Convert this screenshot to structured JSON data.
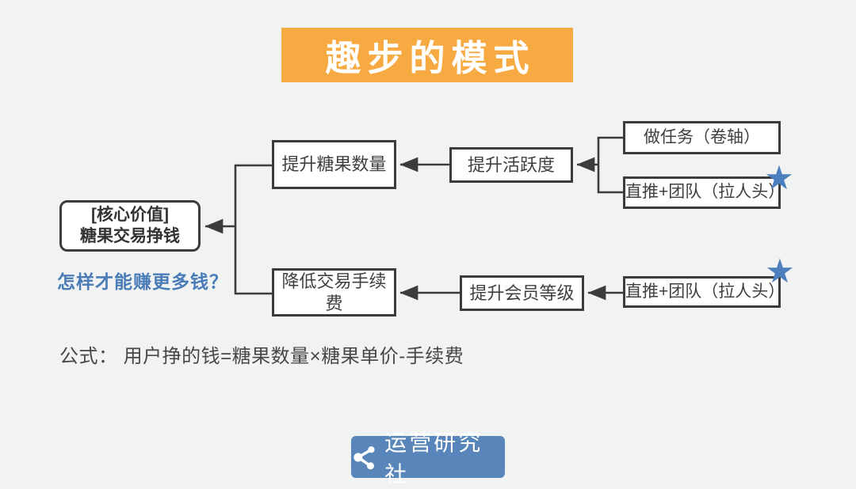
{
  "title": {
    "text": "趣步的模式",
    "bg_color": "#F7A942",
    "text_color": "#FFFFFF"
  },
  "diagram": {
    "core_box": {
      "line1": "[核心价值]",
      "line2": "糖果交易挣钱"
    },
    "question": {
      "text": "怎样才能赚更多钱？",
      "color": "#4A7CB8"
    },
    "boxes": {
      "candy_qty": "提升糖果数量",
      "activity": "提升活跃度",
      "tasks": "做任务（卷轴）",
      "referral_top": "直推+团队（拉人头）",
      "lower_fee": "降低交易手续费",
      "member_level": "提升会员等级",
      "referral_bottom": "直推+团队（拉人头）"
    },
    "star_glyph": "★",
    "star_color": "#4B7FBE",
    "line_color": "#3C3C3C"
  },
  "formula": {
    "text": "公式： 用户挣的钱=糖果数量×糖果单价-手续费"
  },
  "footer": {
    "logo_text": "运营研究社",
    "logo_bg_color": "#5886BA"
  }
}
